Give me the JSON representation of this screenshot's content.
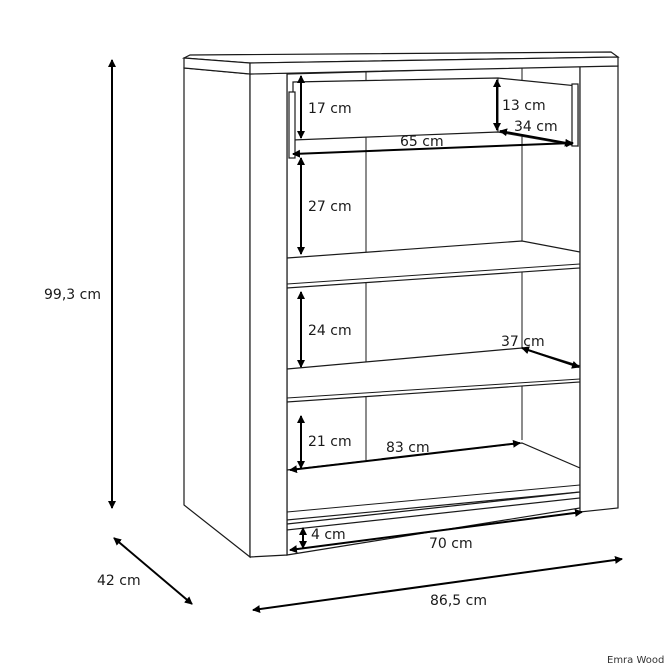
{
  "title": "Emra Wood",
  "dimensions": {
    "height_total": "99,3 cm",
    "depth_total": "42 cm",
    "width_total": "86,5 cm",
    "drawer_height": "17 cm",
    "drawer_inner_height": "13 cm",
    "drawer_depth": "34 cm",
    "drawer_width": "65 cm",
    "shelf1_height": "27 cm",
    "shelf2_height": "24 cm",
    "shelf_depth": "37 cm",
    "shelf3_height": "21 cm",
    "inner_width": "83 cm",
    "plinth_height": "4 cm",
    "plinth_width": "70 cm"
  }
}
